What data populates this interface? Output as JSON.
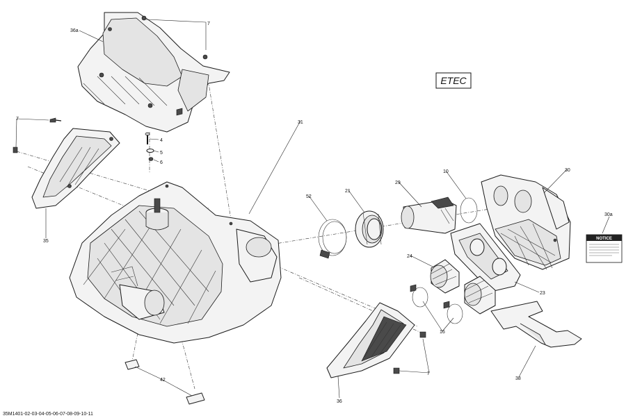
{
  "diagram": {
    "badge": "ETEC",
    "notice_label": "NOTICE",
    "footer_code": "35M1401-02-03-04-05-06-07-08-09-10-11",
    "callouts": {
      "c36a": "36a",
      "c7_top": "7",
      "c31": "31",
      "c4": "4",
      "c5": "5",
      "c6": "6",
      "c7_left": "7",
      "c35": "35",
      "c52": "52",
      "c21": "21",
      "c29": "29",
      "c10": "10",
      "c30": "30",
      "c30a": "30a",
      "c24": "24",
      "c23": "23",
      "c16": "16",
      "c7_bottom": "7",
      "c36": "36",
      "c38": "38",
      "c42": "42"
    }
  }
}
